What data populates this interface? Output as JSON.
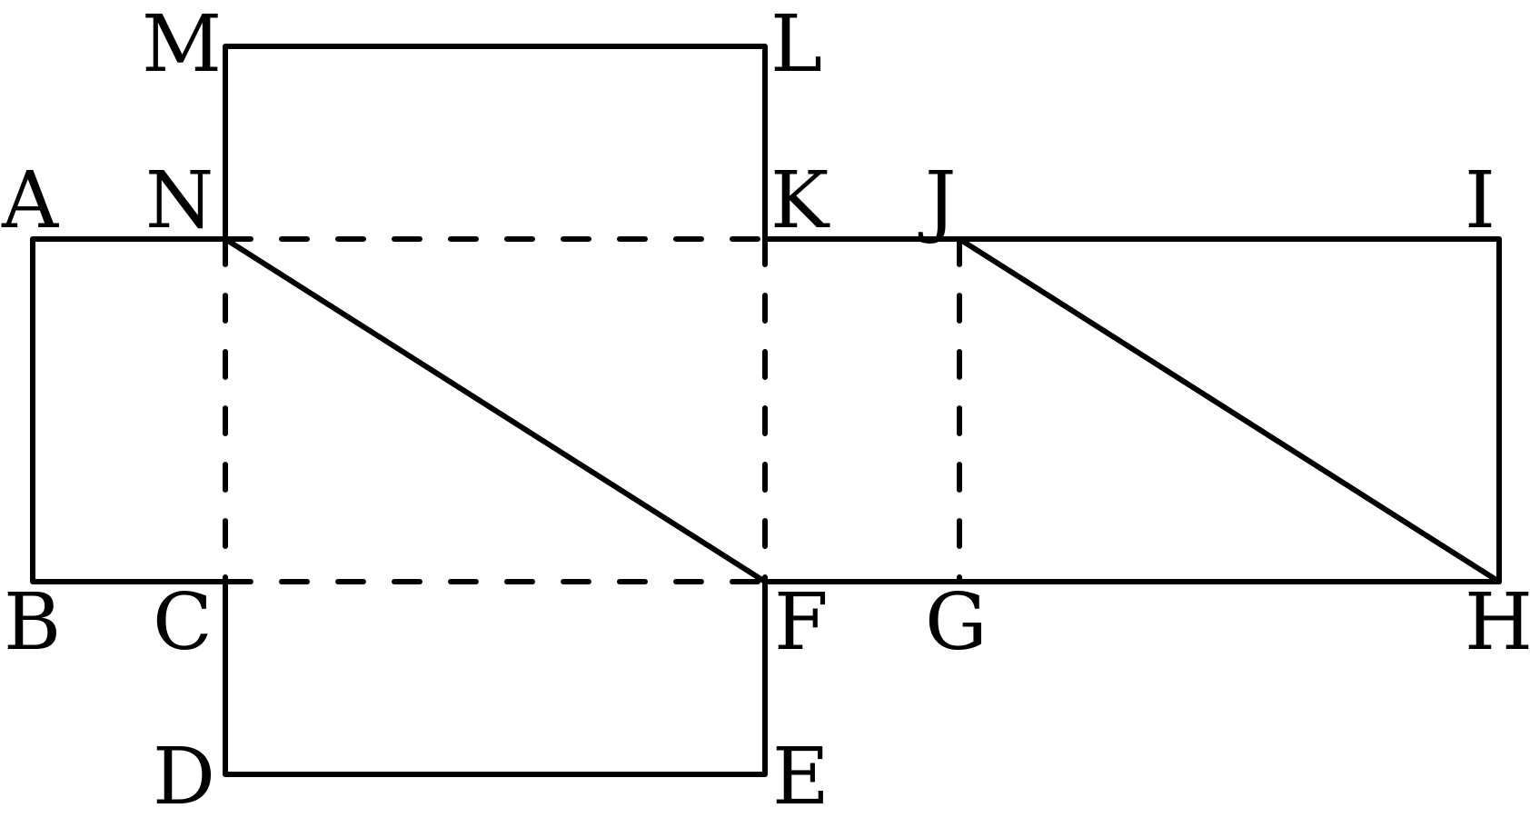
{
  "diagram": {
    "labels": {
      "A": "A",
      "B": "B",
      "C": "C",
      "D": "D",
      "E": "E",
      "F": "F",
      "G": "G",
      "H": "H",
      "I": "I",
      "J": "J",
      "K": "K",
      "L": "L",
      "M": "M",
      "N": "N"
    },
    "colors": {
      "stroke": "#000000",
      "background": "#ffffff"
    }
  }
}
